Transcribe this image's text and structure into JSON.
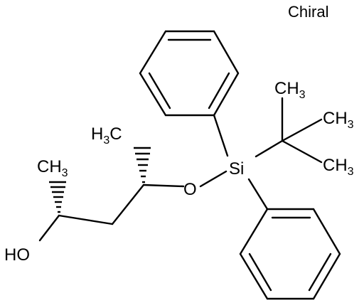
{
  "diagram": {
    "type": "chemical-structure",
    "stereo_label": "Chiral",
    "atoms": {
      "methyl_upper_left": "CH",
      "methyl_upper_left_sub": "3",
      "methyl_top": "H",
      "methyl_top_sub": "3",
      "methyl_top_c": "C",
      "hydroxyl": "HO",
      "ether_oxygen": "O",
      "silicon": "Si",
      "tbu_methyl_1": "CH",
      "tbu_methyl_1_sub": "3",
      "tbu_methyl_2": "CH",
      "tbu_methyl_2_sub": "3",
      "tbu_methyl_3": "CH",
      "tbu_methyl_3_sub": "3"
    },
    "rings": [
      "phenyl",
      "phenyl"
    ]
  }
}
